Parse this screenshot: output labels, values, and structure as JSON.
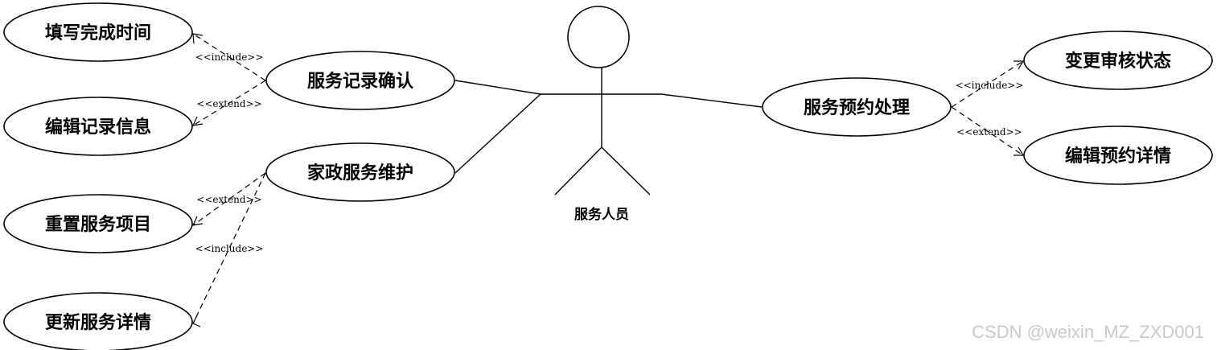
{
  "actor": {
    "label": "服务人员"
  },
  "use_cases": {
    "fill_completion_time": "填写完成时间",
    "edit_record_info": "编辑记录信息",
    "reset_service_item": "重置服务项目",
    "update_service_details": "更新服务详情",
    "service_record_confirm": "服务记录确认",
    "housekeeping_maintenance": "家政服务维护",
    "service_booking_processing": "服务预约处理",
    "change_review_status": "变更审核状态",
    "edit_booking_details": "编辑预约详情"
  },
  "stereotypes": {
    "include": "<<include>>",
    "extend": "<<extend>>"
  },
  "watermark": "CSDN @weixin_MZ_ZXD001"
}
